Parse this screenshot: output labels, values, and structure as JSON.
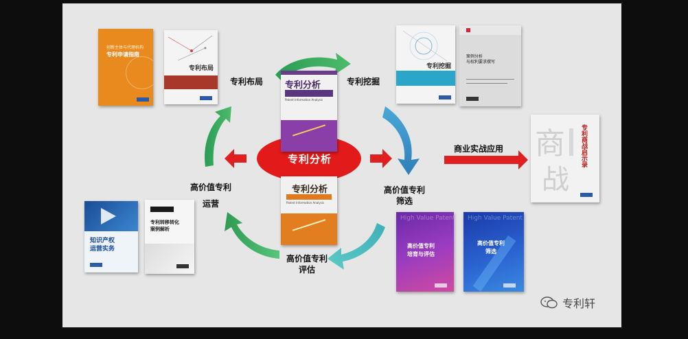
{
  "diagram": {
    "center": "专利分析",
    "nodes": {
      "layout_label": "专利布局",
      "mining_label": "专利挖掘",
      "business_label": "商业实战应用",
      "screening_label_line1": "高价值专利",
      "screening_label_line2": "筛选",
      "evaluation_label_line1": "高价值专利",
      "evaluation_label_line2": "评估",
      "operation_label_line1": "高价值专利",
      "operation_label_line2": "运营"
    },
    "books": {
      "center_top": {
        "title": "专利分析",
        "subtitle": "Patent Information Analysis"
      },
      "center_bottom": {
        "title": "专利分析",
        "subtitle": "Patent Information Analysis"
      },
      "application_guide": {
        "title_line1": "创新主体与代理机构",
        "title_line2": "专利申请指南"
      },
      "layout": {
        "title": "专利布局"
      },
      "mining": {
        "title": "专利挖掘"
      },
      "claims": {
        "title_line1": "案例分析",
        "title_line2": "与权利要求撰写"
      },
      "business": {
        "title_line1": "专利商战启示录",
        "big_char1": "商",
        "big_char2": "战"
      },
      "cultivation": {
        "title_line1": "高价值专利",
        "title_line2": "培育与评估",
        "english": "High Value Patent"
      },
      "screening": {
        "title_line1": "高价值专利",
        "title_line2": "筛选",
        "english": "High Value Patent"
      },
      "ip_operation": {
        "title_line1": "知识产权",
        "title_line2": "运营实务"
      },
      "transfer": {
        "title_line1": "专利转移转化",
        "title_line2": "案例解析"
      }
    },
    "watermark": "专利轩",
    "colors": {
      "green": "#2a9d55",
      "blue": "#3c9dd0",
      "red": "#e02020",
      "teal": "#3fb0b8"
    }
  }
}
